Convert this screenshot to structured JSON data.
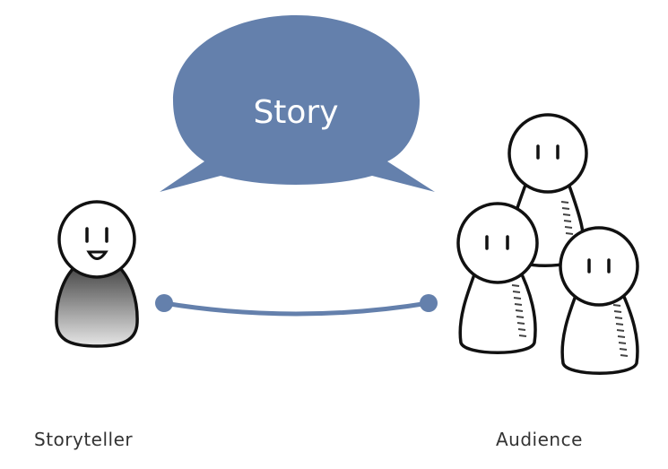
{
  "speech_bubble": {
    "text": "Story",
    "color": "#6480ac"
  },
  "connector": {
    "color": "#6480ac"
  },
  "storyteller": {
    "label": "Storyteller",
    "body_gradient": [
      "#444444",
      "#e6e6e6"
    ]
  },
  "audience": {
    "label": "Audience",
    "member_count": 3
  }
}
